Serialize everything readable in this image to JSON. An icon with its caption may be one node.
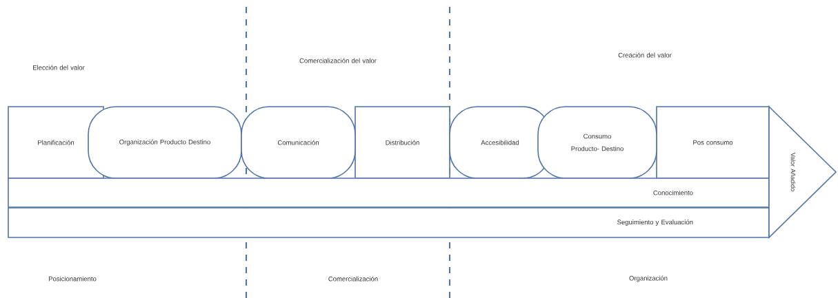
{
  "diagram": {
    "nodes": [
      {
        "text": [
          "Planificación"
        ]
      },
      {
        "text": [
          "Organización Producto Destino"
        ]
      },
      {
        "text": [
          "Comunicación"
        ]
      },
      {
        "text": [
          "Distribución"
        ]
      },
      {
        "text": [
          "Accesibilidad"
        ]
      },
      {
        "text": [
          "Consumo",
          "Producto- Destino"
        ]
      },
      {
        "text": [
          "Pos consumo"
        ]
      },
      {
        "text": [
          "Conocimiento"
        ]
      },
      {
        "text": [
          "Seguimiento y Evaluación"
        ]
      },
      {
        "text": [
          "Valor Añadido"
        ]
      }
    ],
    "edges": [],
    "labels": [
      "Elección del valor",
      "Comercialización del valor",
      "Creación del valor",
      "Posicionamiento",
      "Comercialización",
      "Organización"
    ]
  }
}
